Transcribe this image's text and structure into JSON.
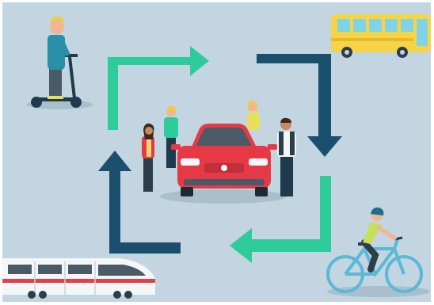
{
  "scene": {
    "subject": "shared-mobility-cycle",
    "palette": {
      "background": "#c2d5e0",
      "arrow_green": "#2ecc9a",
      "arrow_navy": "#1a4f6e",
      "car_red": "#e63946",
      "bus_yellow": "#f5d547",
      "bus_teal": "#7fd3e6",
      "train_white": "#f4f6f8",
      "train_red": "#e0414b",
      "bike_blue": "#5ab9d6"
    },
    "elements": [
      "scooter-rider",
      "bus",
      "car-with-people",
      "bicycle-rider",
      "train",
      "cycle-arrows"
    ]
  }
}
